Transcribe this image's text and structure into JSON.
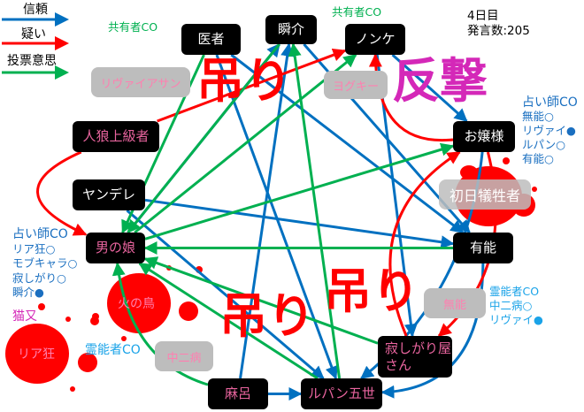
{
  "legend": [
    {
      "label": "信頼",
      "color": "#0070c0"
    },
    {
      "label": "疑い",
      "color": "#ff0000"
    },
    {
      "label": "投票意思",
      "color": "#00b050"
    }
  ],
  "status": {
    "day": "4日目",
    "posts": "発言数:205"
  },
  "nodes": [
    {
      "id": "isha",
      "label": "医者",
      "dead": false
    },
    {
      "id": "shunsuke",
      "label": "瞬介",
      "dead": false
    },
    {
      "id": "nonke",
      "label": "ノンケ",
      "dead": false
    },
    {
      "id": "ojousama",
      "label": "お嬢様",
      "dead": false
    },
    {
      "id": "jinro",
      "label": "人狼上級者",
      "dead": true
    },
    {
      "id": "yandere",
      "label": "ヤンデレ",
      "dead": false
    },
    {
      "id": "otokonoko",
      "label": "男の娘",
      "dead": true
    },
    {
      "id": "yuunou",
      "label": "有能",
      "dead": false
    },
    {
      "id": "sabishigari",
      "label": "寂しがり屋さん",
      "dead": true
    },
    {
      "id": "lupin",
      "label": "ルパン五世",
      "dead": true
    },
    {
      "id": "maro",
      "label": "麻呂",
      "dead": true
    }
  ],
  "removed": [
    {
      "label": "リヴァイアサン",
      "overlay": "吊り"
    },
    {
      "label": "ヨグキー",
      "overlay": "反撃"
    },
    {
      "label": "中二病",
      "overlay": "吊り"
    },
    {
      "label": "無能",
      "overlay": "吊り"
    },
    {
      "label": "初日犠牲者",
      "overlay": ""
    },
    {
      "label": "火の鳥",
      "overlay": ""
    },
    {
      "label": "リア狂",
      "overlay": ""
    }
  ],
  "annotations": {
    "shared_co_1": "共有者CO",
    "shared_co_2": "共有者CO",
    "seer_right": [
      "占い師CO",
      "無能○",
      "リヴァイ●",
      "ルパン○",
      "有能○"
    ],
    "seer_left": [
      "占い師CO",
      "リア狂○",
      "モブキャラ○",
      "寂しがり○",
      "瞬介●"
    ],
    "nekomata": "猫又",
    "medium_left": "霊能者CO",
    "medium_right": [
      "霊能者CO",
      "中二病○",
      "リヴァイ●"
    ]
  },
  "edges": [
    {
      "from": "isha",
      "to": "lupin",
      "type": "trust"
    },
    {
      "from": "isha",
      "to": "yuunou",
      "type": "trust"
    },
    {
      "from": "otokonoko",
      "to": "shunsuke",
      "type": "trust"
    },
    {
      "from": "maro",
      "to": "shunsuke",
      "type": "trust"
    },
    {
      "from": "nonke",
      "to": "ojousama",
      "type": "trust"
    },
    {
      "from": "nonke",
      "to": "sabishigari",
      "type": "trust"
    },
    {
      "from": "ojousama",
      "to": "lupin",
      "type": "trust"
    },
    {
      "from": "yandere",
      "to": "yuunou",
      "type": "trust"
    },
    {
      "from": "yandere",
      "to": "lupin",
      "type": "trust"
    },
    {
      "from": "shunsuke",
      "to": "yuunou",
      "type": "trust"
    },
    {
      "from": "yuunou",
      "to": "lupin",
      "type": "trust"
    },
    {
      "from": "maro",
      "to": "lupin",
      "type": "trust"
    },
    {
      "from": "jinro",
      "to": "nonke",
      "type": "doubt"
    },
    {
      "from": "jinro",
      "to": "otokonoko",
      "type": "doubt"
    },
    {
      "from": "ojousama",
      "to": "nonke",
      "type": "doubt"
    },
    {
      "from": "ojousama",
      "to": "sabishigari",
      "type": "doubt"
    },
    {
      "from": "sabishigari",
      "to": "ojousama",
      "type": "doubt"
    },
    {
      "from": "isha",
      "to": "otokonoko",
      "type": "vote"
    },
    {
      "from": "shunsuke",
      "to": "otokonoko",
      "type": "vote"
    },
    {
      "from": "otokonoko",
      "to": "nonke",
      "type": "vote"
    },
    {
      "from": "otokonoko",
      "to": "ojousama",
      "type": "vote"
    },
    {
      "from": "yuunou",
      "to": "otokonoko",
      "type": "vote"
    },
    {
      "from": "sabishigari",
      "to": "otokonoko",
      "type": "vote"
    },
    {
      "from": "lupin",
      "to": "otokonoko",
      "type": "vote"
    },
    {
      "from": "maro",
      "to": "otokonoko",
      "type": "vote"
    },
    {
      "from": "lupin",
      "to": "shunsuke",
      "type": "vote"
    }
  ],
  "colors": {
    "trust": "#0070c0",
    "doubt": "#ff0000",
    "vote": "#00b050",
    "hang": "#ff0000",
    "counter": "#d428b8",
    "seer": "#1a6fc0",
    "medium": "#1aa3e8",
    "shared": "#00b050"
  }
}
